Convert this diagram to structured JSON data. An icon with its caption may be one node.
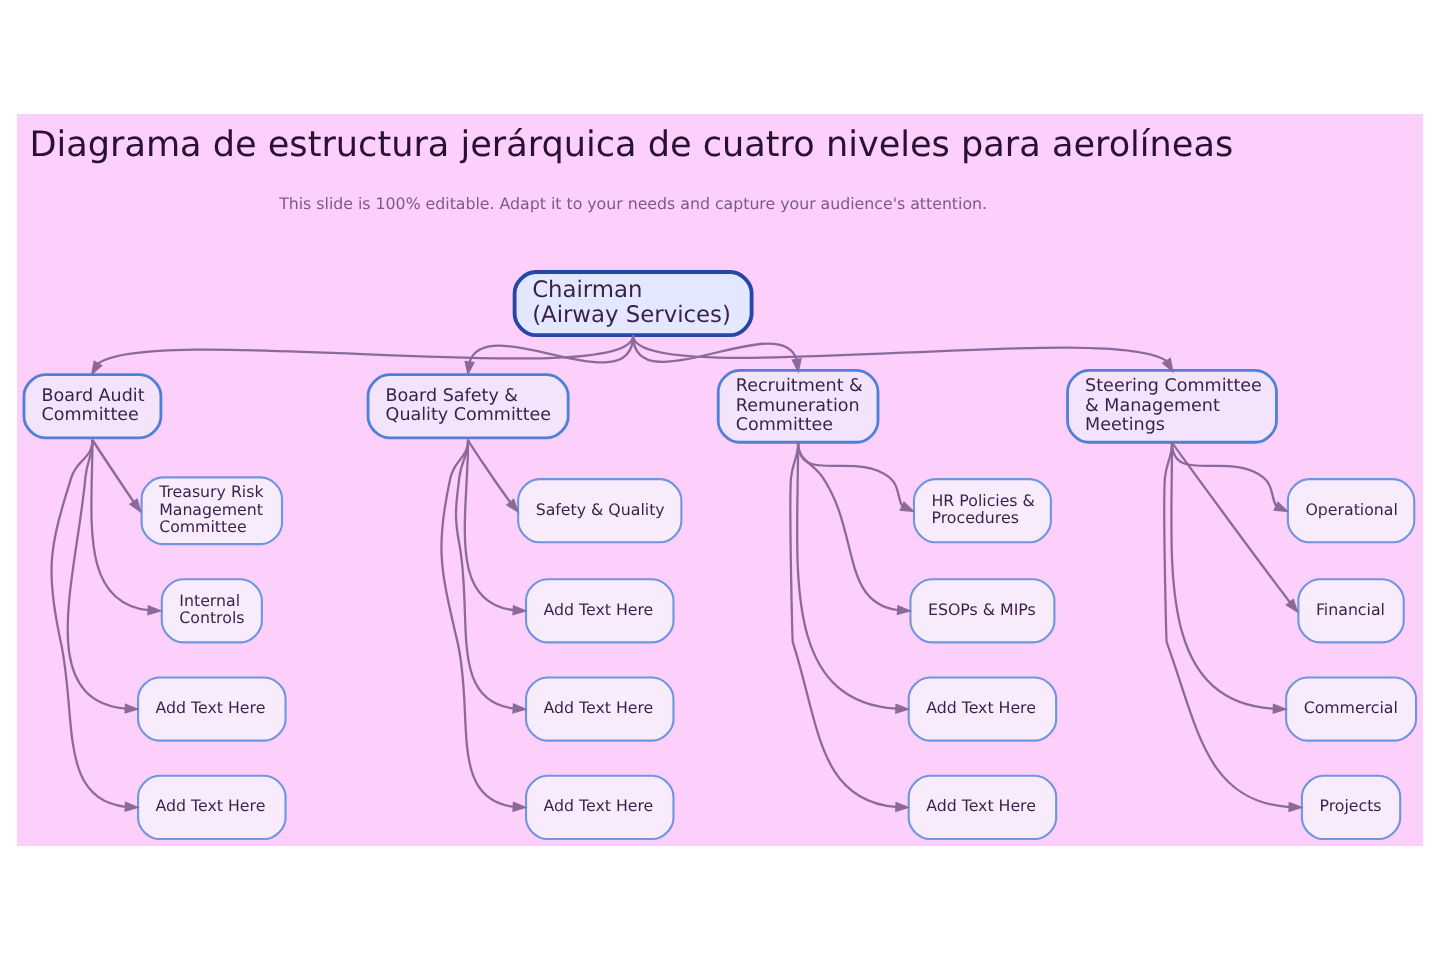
{
  "diagram": {
    "title": "Diagrama de estructura jerárquica de cuatro niveles para aerolíneas",
    "nodes": [
      {
        "text": [
          "Chairman",
          "(Airway Services)"
        ]
      },
      {
        "text": [
          "Board Audit Committee"
        ]
      },
      {
        "text": [
          "Board Safety & Quality Committee"
        ]
      },
      {
        "text": [
          "Recruitment & Remuneration Committee"
        ]
      },
      {
        "text": [
          "Steering Committee & Management Meetings"
        ]
      },
      {
        "text": [
          "Treasury Risk Management Committee"
        ]
      },
      {
        "text": [
          "Internal Controls"
        ]
      },
      {
        "text": [
          "Add Text Here"
        ]
      },
      {
        "text": [
          "Add Text Here"
        ]
      },
      {
        "text": [
          "Safety & Quality"
        ]
      },
      {
        "text": [
          "Add Text Here"
        ]
      },
      {
        "text": [
          "Add Text Here"
        ]
      },
      {
        "text": [
          "Add Text Here"
        ]
      },
      {
        "text": [
          "HR Policies & Procedures"
        ]
      },
      {
        "text": [
          "ESOPs & MIPs"
        ]
      },
      {
        "text": [
          "Add Text Here"
        ]
      },
      {
        "text": [
          "Add Text Here"
        ]
      },
      {
        "text": [
          "Operational"
        ]
      },
      {
        "text": [
          "Financial"
        ]
      },
      {
        "text": [
          "Commercial"
        ]
      },
      {
        "text": [
          "Projects"
        ]
      }
    ],
    "edges": [
      {
        "from": 0,
        "to": 1,
        "arrow": "to"
      },
      {
        "from": 0,
        "to": 2,
        "arrow": "to"
      },
      {
        "from": 0,
        "to": 3,
        "arrow": "to"
      },
      {
        "from": 0,
        "to": 4,
        "arrow": "to"
      },
      {
        "from": 1,
        "to": 5,
        "arrow": "to"
      },
      {
        "from": 1,
        "to": 6,
        "arrow": "to"
      },
      {
        "from": 1,
        "to": 7,
        "arrow": "to"
      },
      {
        "from": 1,
        "to": 8,
        "arrow": "to"
      },
      {
        "from": 2,
        "to": 9,
        "arrow": "to"
      },
      {
        "from": 2,
        "to": 10,
        "arrow": "to"
      },
      {
        "from": 2,
        "to": 11,
        "arrow": "to"
      },
      {
        "from": 2,
        "to": 12,
        "arrow": "to"
      },
      {
        "from": 3,
        "to": 13,
        "arrow": "to"
      },
      {
        "from": 3,
        "to": 14,
        "arrow": "to"
      },
      {
        "from": 3,
        "to": 15,
        "arrow": "to"
      },
      {
        "from": 3,
        "to": 16,
        "arrow": "to"
      },
      {
        "from": 4,
        "to": 17,
        "arrow": "to"
      },
      {
        "from": 4,
        "to": 18,
        "arrow": "to"
      },
      {
        "from": 4,
        "to": 19,
        "arrow": "to"
      },
      {
        "from": 4,
        "to": 20,
        "arrow": "to"
      }
    ],
    "labels": [
      "This slide is 100% editable. Adapt it to your needs and capture your audience's attention."
    ]
  }
}
